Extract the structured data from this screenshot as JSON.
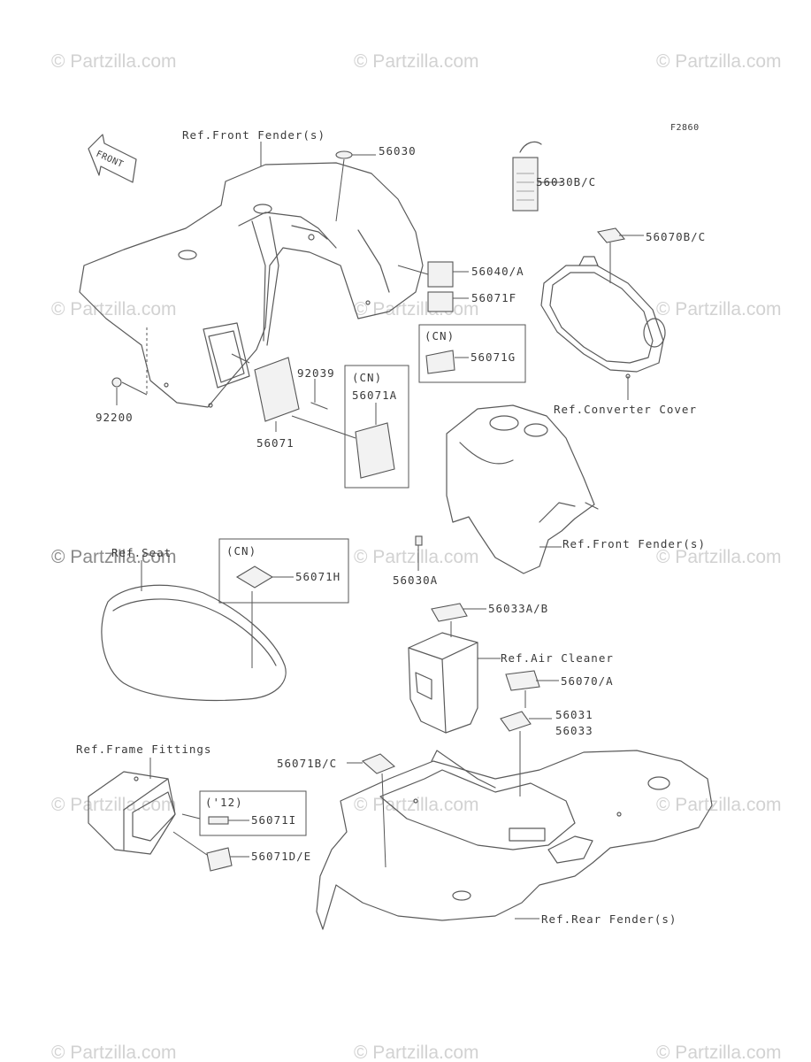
{
  "figure_code": "F2860",
  "watermark": "© Partzilla.com",
  "direction_arrow": "FRONT",
  "ref_labels": {
    "front_fender_top": "Ref.Front Fender(s)",
    "converter_cover": "Ref.Converter Cover",
    "front_fender_inner": "Ref.Front Fender(s)",
    "seat": "Ref.Seat",
    "air_cleaner": "Ref.Air Cleaner",
    "frame_fittings": "Ref.Frame Fittings",
    "rear_fender": "Ref.Rear Fender(s)"
  },
  "box_tags": {
    "cn_1": "(CN)",
    "cn_2": "(CN)",
    "cn_3": "(CN)",
    "year_12": "('12)"
  },
  "parts": {
    "p56030": "56030",
    "p56030bc": "56030B/C",
    "p56070bc": "56070B/C",
    "p56040a": "56040/A",
    "p56071f": "56071F",
    "p56071g": "56071G",
    "p92039": "92039",
    "p56071a": "56071A",
    "p92200": "92200",
    "p56071": "56071",
    "p56030a": "56030A",
    "p56071h": "56071H",
    "p56033ab": "56033A/B",
    "p56070a": "56070/A",
    "p56031": "56031",
    "p56033": "56033",
    "p56071bc": "56071B/C",
    "p56071i": "56071I",
    "p56071de": "56071D/E"
  }
}
